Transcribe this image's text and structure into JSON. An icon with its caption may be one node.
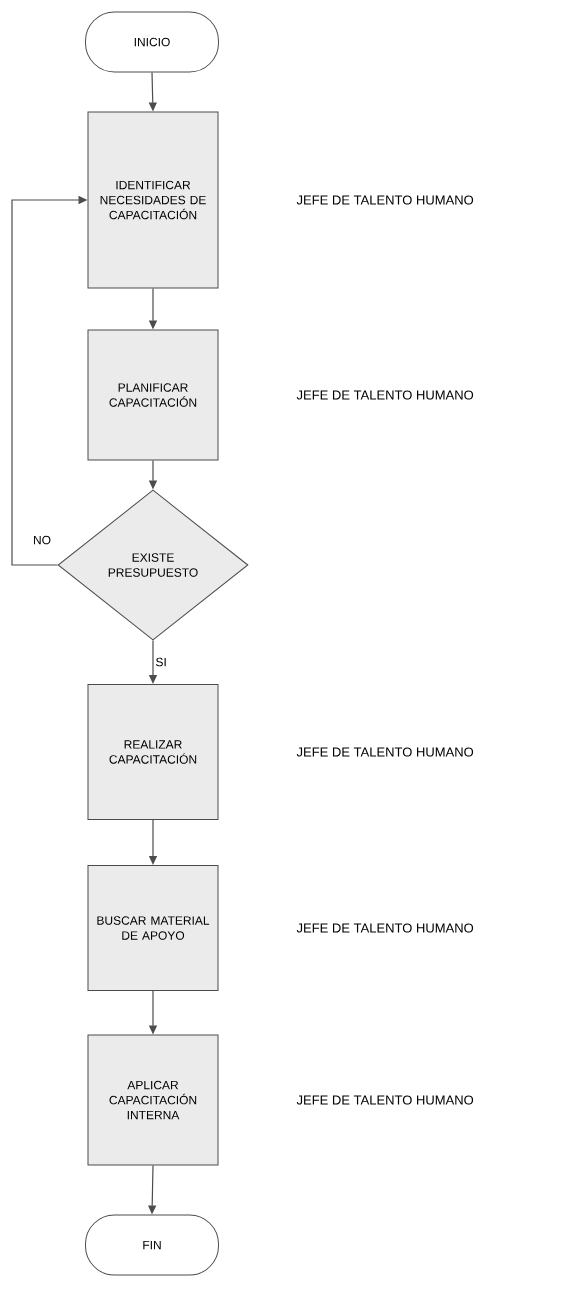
{
  "diagram": {
    "nodes": [
      {
        "text": [
          "INICIO"
        ]
      },
      {
        "text": [
          "IDENTIFICAR NECESIDADES DE CAPACITACIÓN"
        ]
      },
      {
        "text": [
          "PLANIFICAR CAPACITACIÓN"
        ]
      },
      {
        "text": [
          "EXISTE PRESUPUESTO"
        ]
      },
      {
        "text": [
          "REALIZAR CAPACITACIÓN"
        ]
      },
      {
        "text": [
          "BUSCAR MATERIAL DE APOYO"
        ]
      },
      {
        "text": [
          "APLICAR CAPACITACIÓN INTERNA"
        ]
      },
      {
        "text": [
          "FIN"
        ]
      }
    ],
    "edges": [
      {
        "from": 0,
        "to": 1,
        "arrow": "to"
      },
      {
        "from": 1,
        "to": 2,
        "arrow": "to"
      },
      {
        "from": 2,
        "to": 3,
        "arrow": "to"
      },
      {
        "from": 3,
        "to": 4,
        "arrow": "to",
        "label": "SI"
      },
      {
        "from": 3,
        "to": 1,
        "arrow": "to",
        "label": "NO"
      },
      {
        "from": 4,
        "to": 5,
        "arrow": "to"
      },
      {
        "from": 5,
        "to": 6,
        "arrow": "to"
      },
      {
        "from": 6,
        "to": 7,
        "arrow": "to"
      }
    ],
    "labels": [
      "JEFE DE TALENTO HUMANO",
      "JEFE DE TALENTO HUMANO",
      "JEFE DE TALENTO HUMANO",
      "JEFE DE TALENTO HUMANO",
      "JEFE DE TALENTO HUMANO"
    ]
  }
}
